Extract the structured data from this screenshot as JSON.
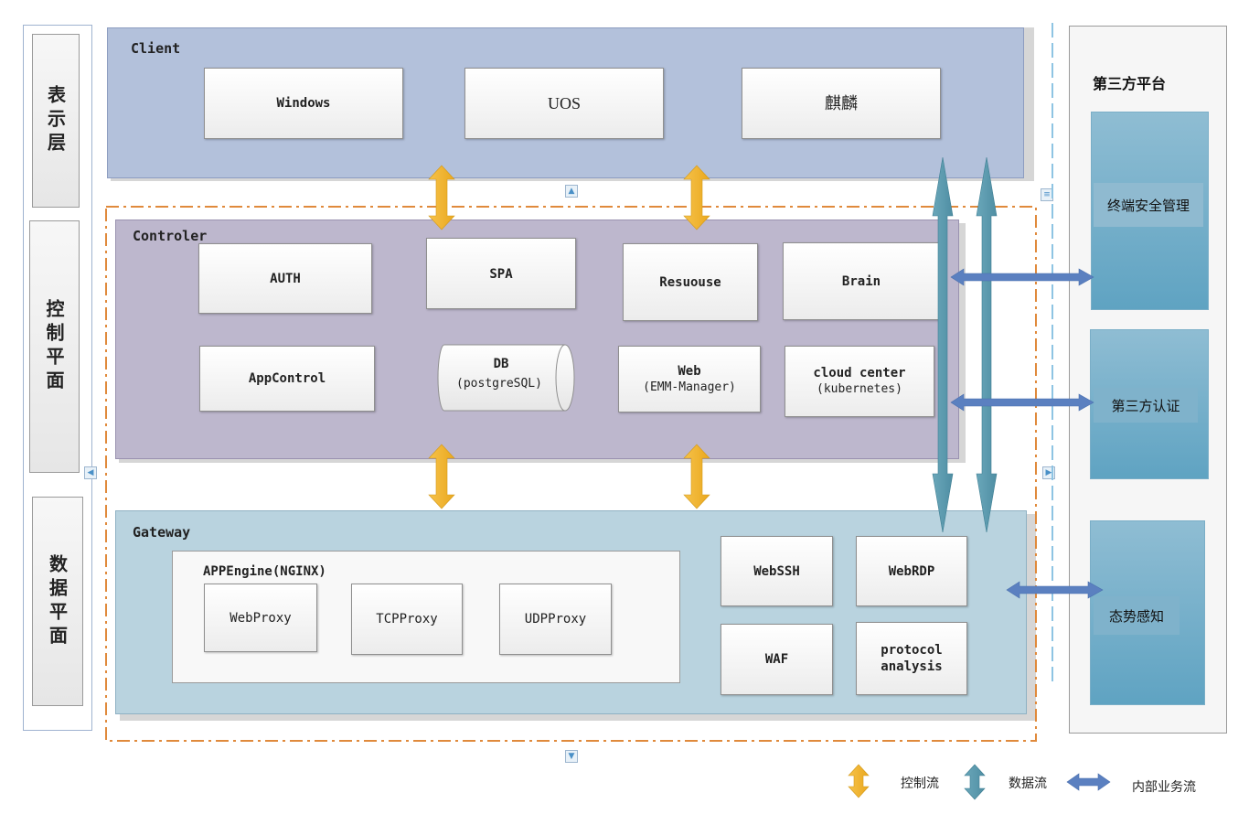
{
  "layers": [
    "表示层",
    "控制平面",
    "数据平面"
  ],
  "client": {
    "title": "Client",
    "nodes": [
      "Windows",
      "UOS",
      "麒麟"
    ]
  },
  "controler": {
    "title": "Controler",
    "auth": "AUTH",
    "spa": "SPA",
    "resource": "Resuouse",
    "brain": "Brain",
    "appcontrol": "AppControl",
    "db": "DB",
    "db_sub": "(postgreSQL)",
    "web": "Web",
    "web_sub": "(EMM-Manager)",
    "cloud": "cloud center",
    "cloud_sub": "(kubernetes)"
  },
  "gateway": {
    "title": "Gateway",
    "appengine": "APPEngine(NGINX)",
    "proxies": [
      "WebProxy",
      "TCPProxy",
      "UDPProxy"
    ],
    "webssh": "WebSSH",
    "webrdp": "WebRDP",
    "waf": "WAF",
    "protocol": "protocol\nanalysis"
  },
  "third_party": {
    "title": "第三方平台",
    "items": [
      "终端安全管理",
      "第三方认证",
      "态势感知"
    ]
  },
  "legend": {
    "control_flow": "控制流",
    "data_flow": "数据流",
    "internal_flow": "内部业务流"
  },
  "colors": {
    "client_bg": "#b3c1db",
    "controler_bg": "#bdb7cd",
    "gateway_bg": "#b9d3df",
    "control_arrow": "#f2b632",
    "data_arrow": "#5e9cb0",
    "internal_arrow": "#5b80c0",
    "dashdot": "#e08a3c"
  },
  "icons": [
    "scroll-up-icon",
    "scroll-down-icon",
    "scroll-left-icon",
    "scroll-right-icon",
    "menu-icon"
  ]
}
